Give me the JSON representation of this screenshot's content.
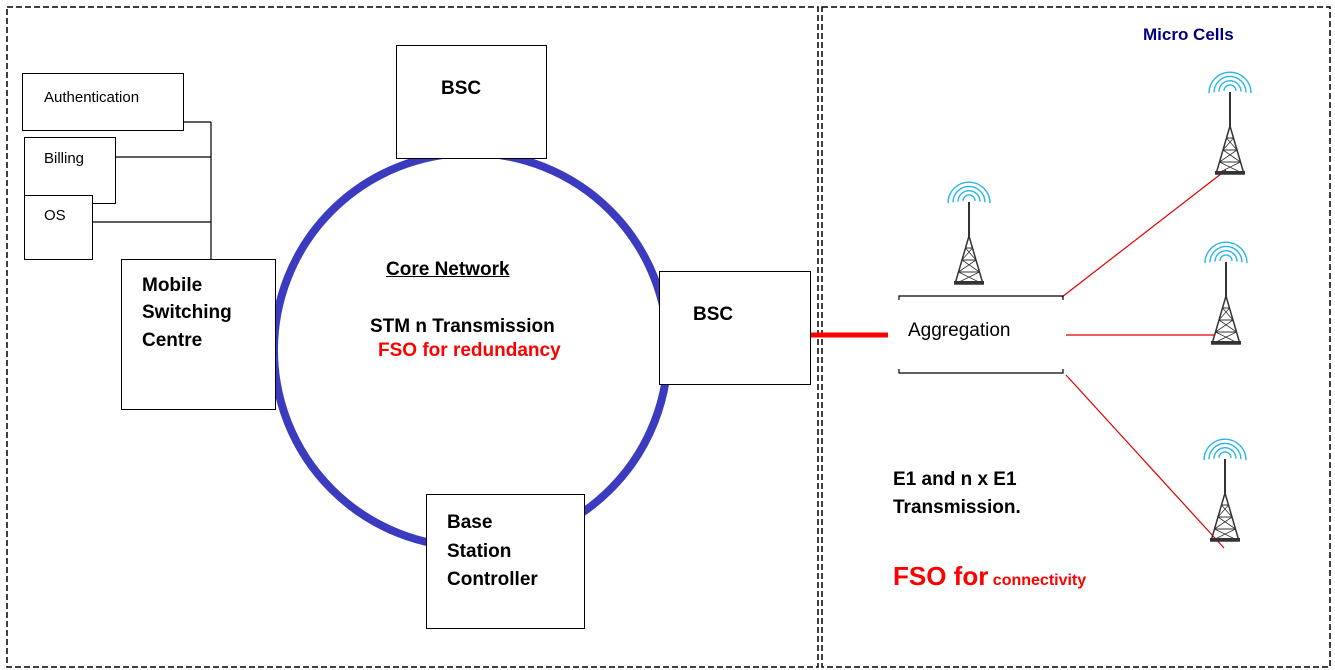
{
  "colors": {
    "ring": "#3b3bbf",
    "accent_red": "#ff0000",
    "link_red": "#e00000",
    "micro_title": "#000080",
    "signal": "#29b6e8",
    "tower": "#333333"
  },
  "regions": {
    "micro_cells_title": "Micro Cells"
  },
  "support_systems": {
    "authentication": "Authentication",
    "billing": "Billing",
    "os": "OS"
  },
  "msc": {
    "label_line1": "Mobile",
    "label_line2": "Switching",
    "label_line3": "Centre"
  },
  "ring": {
    "title": "Core Network",
    "transmission": "STM n Transmission",
    "redundancy": "FSO for redundancy"
  },
  "bsc_top": {
    "label": "BSC"
  },
  "bsc_right": {
    "label": "BSC"
  },
  "bsc_bottom": {
    "line1": "Base",
    "line2": "Station",
    "line3": "Controller"
  },
  "aggregation": {
    "label": "Aggregation"
  },
  "access": {
    "line1": "E1 and n x E1",
    "line2": "Transmission.",
    "fso_big": "FSO for",
    "fso_small": "connectivity"
  },
  "icons": [
    "radio-tower-icon",
    "radio-tower-icon",
    "radio-tower-icon",
    "radio-tower-icon"
  ]
}
